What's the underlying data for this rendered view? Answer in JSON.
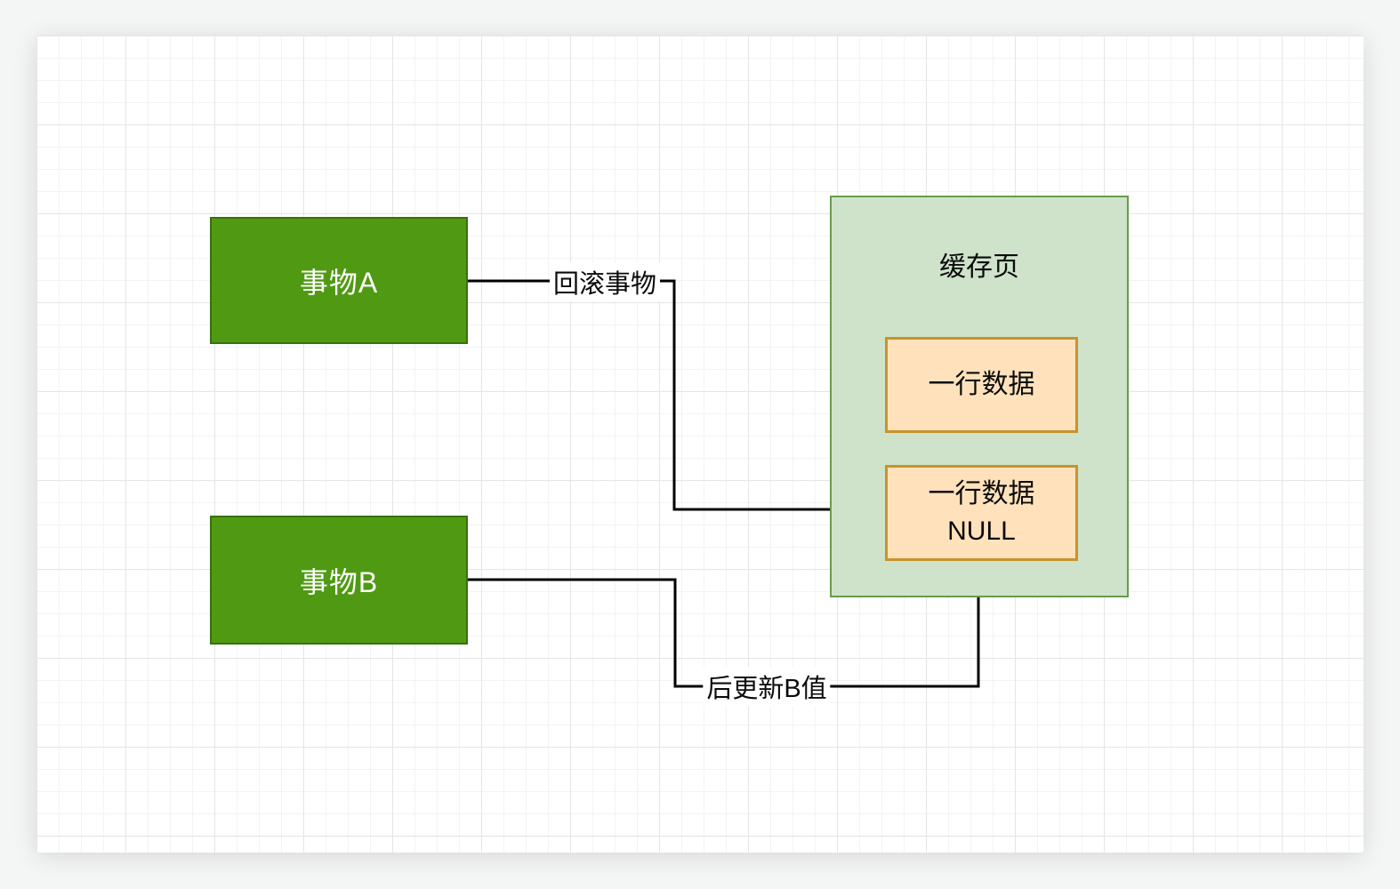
{
  "diagram": {
    "nodes": {
      "transaction_a": {
        "label": "事物A"
      },
      "transaction_b": {
        "label": "事物B"
      },
      "cache_page": {
        "title": "缓存页"
      },
      "row_data": {
        "label": "一行数据"
      },
      "row_data_null": {
        "label": "一行数据\nNULL"
      }
    },
    "edges": {
      "rollback": {
        "label": "回滚事物"
      },
      "update_b_later": {
        "label": "后更新B值"
      }
    },
    "colors": {
      "node_fill": "#4f9a12",
      "node_border": "#39700c",
      "container_fill": "#cee3ca",
      "container_border": "#689c4c",
      "row_fill": "#ffe2bc",
      "row_border": "#c8932c",
      "connector": "#000000",
      "node_text": "#ffffff",
      "text": "#0b0b0b"
    }
  }
}
